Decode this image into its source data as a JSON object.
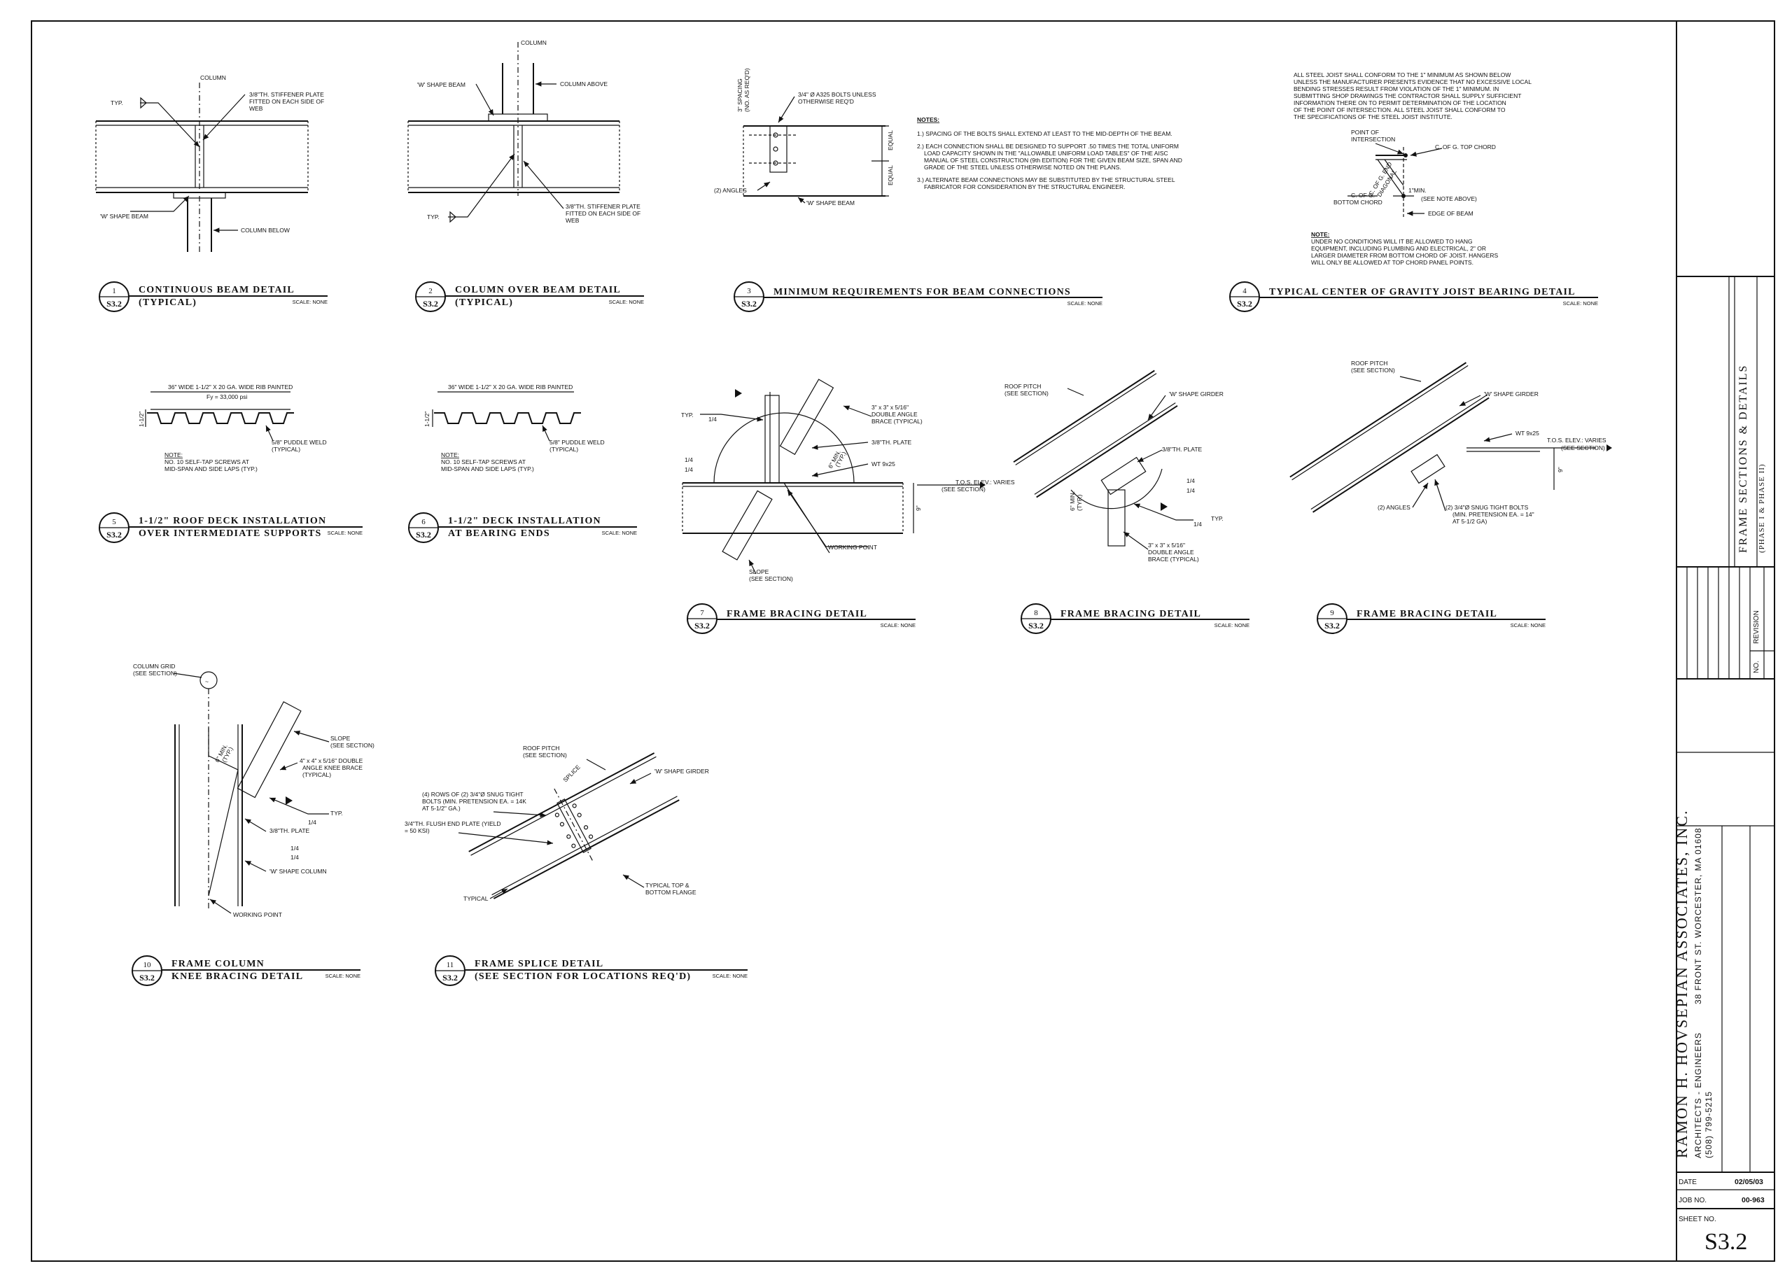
{
  "details": [
    {
      "num": "1",
      "sheet": "S3.2",
      "title1": "CONTINUOUS BEAM DETAIL",
      "title2": "(TYPICAL)",
      "scale": "SCALE: NONE",
      "labels": {
        "column": "COLUMN",
        "stiffener": "3/8\"TH. STIFFENER PLATE",
        "stiffener2": "FITTED ON EACH SIDE OF",
        "stiffener3": "WEB",
        "typ": "TYP.",
        "beam": "'W' SHAPE BEAM",
        "col_below": "COLUMN BELOW"
      }
    },
    {
      "num": "2",
      "sheet": "S3.2",
      "title1": "COLUMN OVER BEAM DETAIL",
      "title2": "(TYPICAL)",
      "scale": "SCALE: NONE",
      "labels": {
        "column": "COLUMN",
        "beam": "'W' SHAPE BEAM",
        "col_above": "COLUMN ABOVE",
        "typ": "TYP.",
        "stiffener": "3/8\"TH. STIFFENER PLATE",
        "stiffener2": "FITTED ON EACH SIDE OF",
        "stiffener3": "WEB"
      }
    },
    {
      "num": "3",
      "sheet": "S3.2",
      "title1": "MINIMUM REQUIREMENTS FOR BEAM CONNECTIONS",
      "scale": "SCALE: NONE",
      "labels": {
        "bolts": "3/4\" Ø A325 BOLTS UNLESS",
        "bolts2": "OTHERWISE REQ'D",
        "spacing": "3\" SPACING",
        "spacing2": "(NO. AS REQ'D)",
        "equal1": "EQUAL",
        "equal2": "EQUAL",
        "angles": "(2) ANGLES",
        "beam": "'W' SHAPE BEAM"
      },
      "notes_title": "NOTES:",
      "notes": [
        "1.) SPACING OF THE BOLTS SHALL EXTEND AT LEAST TO THE MID-DEPTH OF THE BEAM.",
        "2.) EACH CONNECTION SHALL BE DESIGNED TO SUPPORT .50 TIMES THE TOTAL UNIFORM",
        "LOAD CAPACITY SHOWN IN THE \"ALLOWABLE UNIFORM LOAD TABLES\" OF THE AISC",
        "MANUAL OF STEEL CONSTRUCTION (9th EDITION) FOR THE GIVEN BEAM SIZE, SPAN AND",
        "GRADE OF THE STEEL UNLESS OTHERWISE NOTED ON THE PLANS.",
        "3.) ALTERNATE BEAM CONNECTIONS MAY BE SUBSTITUTED BY THE STRUCTURAL STEEL",
        "FABRICATOR FOR CONSIDERATION BY THE STRUCTURAL ENGINEER."
      ]
    },
    {
      "num": "4",
      "sheet": "S3.2",
      "title1": "TYPICAL CENTER OF GRAVITY JOIST BEARING DETAIL",
      "scale": "SCALE: NONE",
      "intro": [
        "ALL STEEL JOIST SHALL CONFORM TO THE 1\" MINIMUM AS SHOWN BELOW",
        "UNLESS THE MANUFACTURER PRESENTS EVIDENCE THAT NO EXCESSIVE LOCAL",
        "BENDING STRESSES RESULT FROM VIOLATION OF THE 1\" MINIMUM. IN",
        "SUBMITTING SHOP DRAWINGS THE CONTRACTOR SHALL SUPPLY SUFFICIENT",
        "INFORMATION THERE ON TO PERMIT DETERMINATION OF THE LOCATION",
        "OF THE POINT OF INTERSECTION. ALL STEEL JOIST SHALL CONFORM TO",
        "THE SPECIFICATIONS OF THE STEEL JOIST INSTITUTE."
      ],
      "labels": {
        "poi": "POINT OF",
        "poi2": "INTERSECTION",
        "top_chord": "C. OF G. TOP CHORD",
        "bot_chord": "C. OF G.",
        "bot_chord2": "BOTTOM CHORD",
        "end_diag": "C. OF G. END",
        "end_diag2": "DIAGONAL",
        "min": "1\"MIN.",
        "see_note": "(SEE NOTE ABOVE)",
        "edge": "EDGE OF BEAM"
      },
      "notes_title": "NOTE:",
      "notes": [
        "UNDER NO CONDITIONS WILL IT BE ALLOWED TO HANG",
        "EQUIPMENT, INCLUDING PLUMBING AND ELECTRICAL, 2\" OR",
        "LARGER DIAMETER FROM BOTTOM CHORD OF JOIST. HANGERS",
        "WILL ONLY BE ALLOWED AT TOP CHORD PANEL POINTS."
      ]
    },
    {
      "num": "5",
      "sheet": "S3.2",
      "title1": "1-1/2\" ROOF DECK INSTALLATION",
      "title2": "OVER INTERMEDIATE SUPPORTS",
      "scale": "SCALE: NONE",
      "labels": {
        "deck": "36\" WIDE 1-1/2\" X 20 GA. WIDE RIB PAINTED",
        "fy": "Fy = 33,000 psi",
        "height": "1-1/2\"",
        "weld": "5/8\" PUDDLE WELD",
        "weld2": "(TYPICAL)",
        "note": "NOTE:",
        "note1": "NO. 10 SELF-TAP SCREWS AT",
        "note2": "MID-SPAN AND SIDE LAPS (TYP.)"
      }
    },
    {
      "num": "6",
      "sheet": "S3.2",
      "title1": "1-1/2\" DECK INSTALLATION",
      "title2": "AT BEARING ENDS",
      "scale": "SCALE: NONE",
      "labels": {
        "deck": "36\" WIDE 1-1/2\" X 20 GA. WIDE RIB PAINTED",
        "height": "1-1/2\"",
        "weld": "5/8\" PUDDLE WELD",
        "weld2": "(TYPICAL)",
        "note": "NOTE:",
        "note1": "NO. 10 SELF-TAP SCREWS AT",
        "note2": "MID-SPAN AND SIDE LAPS (TYP.)"
      }
    },
    {
      "num": "7",
      "sheet": "S3.2",
      "title1": "FRAME BRACING DETAIL",
      "scale": "SCALE: NONE",
      "labels": {
        "typ": "TYP.",
        "q1": "1/4",
        "q2": "1/4",
        "q3": "1/4",
        "angle": "3\" x 3\" x 5/16\"",
        "angle2": "DOUBLE ANGLE",
        "angle3": "BRACE (TYPICAL)",
        "plate": "3/8\"TH. PLATE",
        "wt": "WT 9x25",
        "min": "6\" MIN.",
        "min2": "(TYP.)",
        "tos": "T.O.S. ELEV.: VARIES",
        "tos2": "(SEE SECTION)",
        "nine": "9\"",
        "wp": "WORKING POINT",
        "slope": "SLOPE",
        "slope2": "(SEE SECTION)"
      }
    },
    {
      "num": "8",
      "sheet": "S3.2",
      "title1": "FRAME BRACING DETAIL",
      "scale": "SCALE: NONE",
      "labels": {
        "pitch": "ROOF PITCH",
        "pitch2": "(SEE SECTION)",
        "girder": "'W' SHAPE GIRDER",
        "plate": "3/8\"TH. PLATE",
        "min": "6\" MIN.",
        "min2": "(TYP.)",
        "q1": "1/4",
        "q2": "1/4",
        "q3": "1/4",
        "typ": "TYP.",
        "angle": "3\" x 3\" x 5/16\"",
        "angle2": "DOUBLE ANGLE",
        "angle3": "BRACE (TYPICAL)"
      }
    },
    {
      "num": "9",
      "sheet": "S3.2",
      "title1": "FRAME BRACING DETAIL",
      "scale": "SCALE: NONE",
      "labels": {
        "pitch": "ROOF PITCH",
        "pitch2": "(SEE SECTION)",
        "girder": "'W' SHAPE GIRDER",
        "wt": "WT 9x25",
        "tos": "T.O.S. ELEV.: VARIES",
        "tos2": "(SEE SECTION)",
        "nine": "9\"",
        "angles": "(2) ANGLES",
        "bolts": "(2) 3/4\"Ø SNUG TIGHT BOLTS",
        "bolts2": "(MIN. PRETENSION EA. = 14\"",
        "bolts3": "AT 5-1/2 GA)"
      }
    },
    {
      "num": "10",
      "sheet": "S3.2",
      "title1": "FRAME COLUMN",
      "title2": "KNEE BRACING DETAIL",
      "scale": "SCALE: NONE",
      "labels": {
        "grid": "COLUMN GRID",
        "grid2": "(SEE SECTION)",
        "slope": "SLOPE",
        "slope2": "(SEE SECTION)",
        "angle": "4\" x 4\" x 5/16\" DOUBLE",
        "angle2": "ANGLE KNEE BRACE",
        "angle3": "(TYPICAL)",
        "min": "6\" MIN.",
        "min2": "(TYP.)",
        "typ": "TYP.",
        "q1": "1/4",
        "q2": "1/4",
        "q3": "1/4",
        "plate": "3/8\"TH. PLATE",
        "column": "'W' SHAPE COLUMN",
        "wp": "WORKING POINT"
      }
    },
    {
      "num": "11",
      "sheet": "S3.2",
      "title1": "FRAME SPLICE DETAIL",
      "title2": "(SEE SECTION FOR LOCATIONS REQ'D)",
      "scale": "SCALE: NONE",
      "labels": {
        "pitch": "ROOF PITCH",
        "pitch2": "(SEE SECTION)",
        "splice": "SPLICE",
        "girder": "'W' SHAPE GIRDER",
        "rows": "(4) ROWS OF (2) 3/4\"Ø SNUG TIGHT",
        "rows2": "BOLTS (MIN. PRETENSION EA. = 14K",
        "rows3": "AT 5-1/2\" GA.)",
        "endplate": "3/4\"TH. FLUSH END PLATE (YIELD",
        "endplate2": "= 50 KSI)",
        "typical": "TYPICAL",
        "flange": "TYPICAL TOP &",
        "flange2": "BOTTOM FLANGE"
      }
    }
  ],
  "title_block": {
    "sheet_title": "FRAME SECTIONS & DETAILS",
    "sheet_subtitle": "(PHASE I & PHASE II)",
    "revision_header": "REVISION",
    "no_header": "NO.",
    "firm": "RAMON H. HOVSEPIAN ASSOCIATES, INC.",
    "firm_line2a": "ARCHITECTS - ENGINEERS",
    "firm_line2b": "38 FRONT ST. WORCESTER, MA 01608",
    "phone": "(508) 799-5215",
    "date_label": "DATE",
    "date_value": "02/05/03",
    "job_label": "JOB NO.",
    "job_value": "00-963",
    "sheet_label": "SHEET NO.",
    "sheet_value": "S3.2"
  }
}
